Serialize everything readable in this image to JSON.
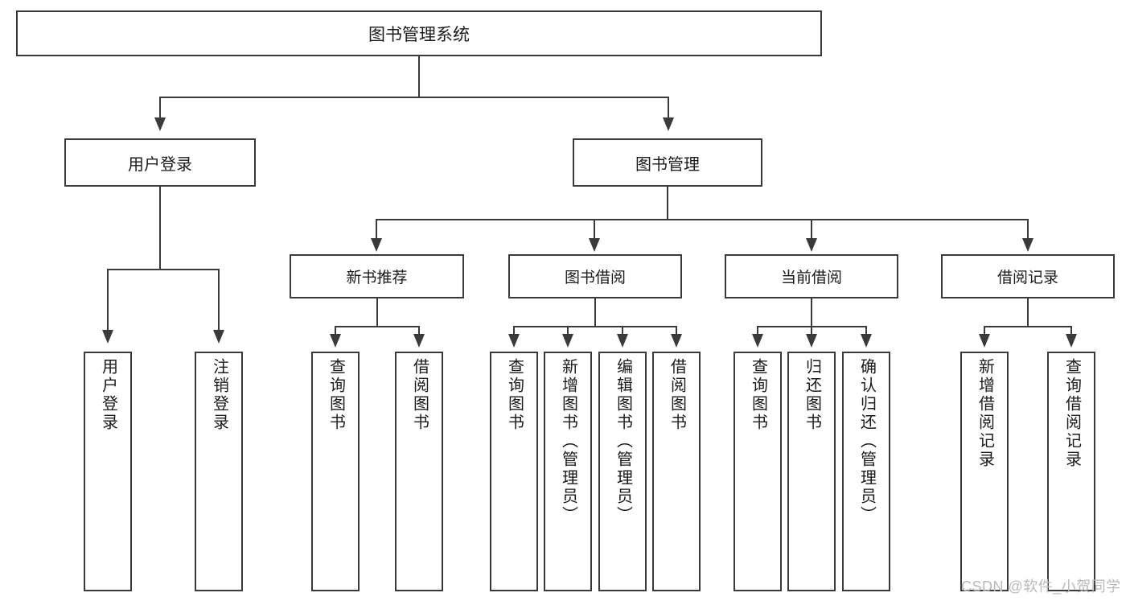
{
  "diagram": {
    "title": "图书管理系统",
    "type": "tree-hierarchy",
    "watermark": "CSDN @软件_小贺同学",
    "colors": {
      "stroke": "#3a3a3a",
      "fill": "#ffffff",
      "text": "#1a1a1a",
      "watermark": "#b9b9b9"
    },
    "root": {
      "label": "图书管理系统"
    },
    "level2": [
      {
        "label": "用户登录"
      },
      {
        "label": "图书管理"
      }
    ],
    "level3": [
      {
        "label": "新书推荐"
      },
      {
        "label": "图书借阅"
      },
      {
        "label": "当前借阅"
      },
      {
        "label": "借阅记录"
      }
    ],
    "leaves": {
      "user_login": [
        {
          "label": "用户登录"
        },
        {
          "label": "注销登录"
        }
      ],
      "new_book": [
        {
          "label": "查询图书"
        },
        {
          "label": "借阅图书"
        }
      ],
      "book_borrow": [
        {
          "label": "查询图书"
        },
        {
          "label": "新增图书（管理员）"
        },
        {
          "label": "编辑图书（管理员）"
        },
        {
          "label": "借阅图书"
        }
      ],
      "current_borrow": [
        {
          "label": "查询图书"
        },
        {
          "label": "归还图书"
        },
        {
          "label": "确认归还（管理员）"
        }
      ],
      "borrow_record": [
        {
          "label": "新增借阅记录"
        },
        {
          "label": "查询借阅记录"
        }
      ]
    }
  }
}
